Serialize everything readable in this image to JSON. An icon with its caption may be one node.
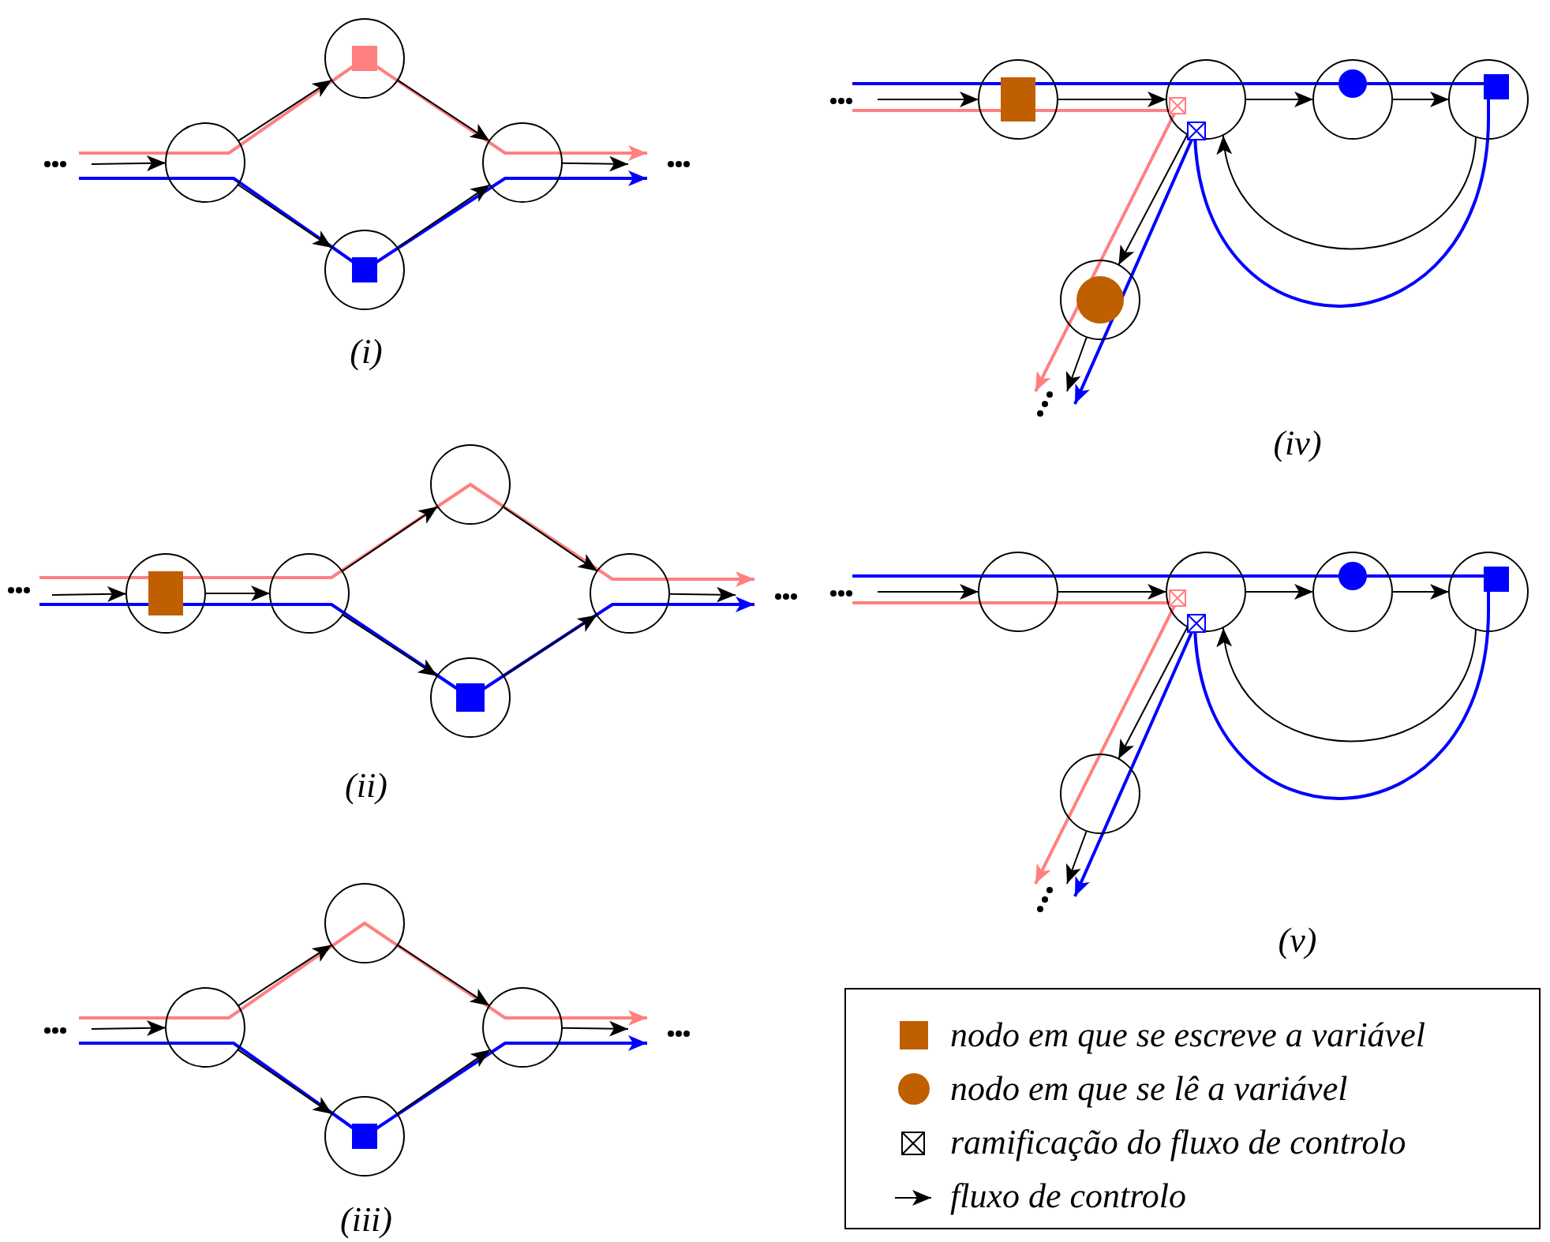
{
  "diagram": {
    "nodes": [
      {
        "text": [],
        "shape": "circle"
      },
      {
        "text": [],
        "shape": "circle"
      },
      {
        "text": [],
        "shape": "circle"
      },
      {
        "text": [],
        "shape": "circle"
      },
      {
        "text": [],
        "shape": "circle"
      },
      {
        "text": [],
        "shape": "circle"
      },
      {
        "text": [],
        "shape": "circle"
      },
      {
        "text": [],
        "shape": "circle"
      },
      {
        "text": [],
        "shape": "circle"
      },
      {
        "text": [],
        "shape": "circle"
      },
      {
        "text": [],
        "shape": "circle"
      },
      {
        "text": [],
        "shape": "circle"
      },
      {
        "text": [],
        "shape": "circle"
      },
      {
        "text": [],
        "shape": "circle"
      },
      {
        "text": [],
        "shape": "circle"
      },
      {
        "text": [],
        "shape": "circle"
      },
      {
        "text": [],
        "shape": "circle"
      },
      {
        "text": [],
        "shape": "circle"
      },
      {
        "text": [],
        "shape": "circle"
      },
      {
        "text": [],
        "shape": "circle"
      },
      {
        "text": [],
        "shape": "circle"
      },
      {
        "text": [],
        "shape": "circle"
      },
      {
        "text": [],
        "shape": "circle"
      }
    ],
    "edges": [
      {
        "from": null,
        "to": 0,
        "arrow": "to"
      },
      {
        "from": 0,
        "to": 1,
        "arrow": "to"
      },
      {
        "from": 0,
        "to": 2,
        "arrow": "to"
      },
      {
        "from": 1,
        "to": 3,
        "arrow": "to"
      },
      {
        "from": 2,
        "to": 3,
        "arrow": "to"
      },
      {
        "from": 3,
        "to": null,
        "arrow": "to"
      },
      {
        "from": null,
        "to": 4,
        "arrow": "to"
      },
      {
        "from": 4,
        "to": 5,
        "arrow": "to"
      },
      {
        "from": 5,
        "to": 6,
        "arrow": "to"
      },
      {
        "from": 5,
        "to": 7,
        "arrow": "to"
      },
      {
        "from": 6,
        "to": 8,
        "arrow": "to"
      },
      {
        "from": 7,
        "to": 8,
        "arrow": "to"
      },
      {
        "from": 8,
        "to": null,
        "arrow": "to"
      },
      {
        "from": null,
        "to": 9,
        "arrow": "to"
      },
      {
        "from": 9,
        "to": 10,
        "arrow": "to"
      },
      {
        "from": 9,
        "to": 11,
        "arrow": "to"
      },
      {
        "from": 10,
        "to": 12,
        "arrow": "to"
      },
      {
        "from": 11,
        "to": 12,
        "arrow": "to"
      },
      {
        "from": 12,
        "to": null,
        "arrow": "to"
      },
      {
        "from": null,
        "to": 13,
        "arrow": "to"
      },
      {
        "from": 13,
        "to": 14,
        "arrow": "to"
      },
      {
        "from": 14,
        "to": 15,
        "arrow": "to"
      },
      {
        "from": 15,
        "to": 16,
        "arrow": "to"
      },
      {
        "from": 16,
        "to": 14,
        "arrow": "to"
      },
      {
        "from": 14,
        "to": 17,
        "arrow": "to"
      },
      {
        "from": 17,
        "to": null,
        "arrow": "to"
      },
      {
        "from": null,
        "to": 18,
        "arrow": "to"
      },
      {
        "from": 18,
        "to": 19,
        "arrow": "to"
      },
      {
        "from": 19,
        "to": 20,
        "arrow": "to"
      },
      {
        "from": 20,
        "to": 21,
        "arrow": "to"
      },
      {
        "from": 21,
        "to": 19,
        "arrow": "to"
      },
      {
        "from": 19,
        "to": 22,
        "arrow": "to"
      },
      {
        "from": 22,
        "to": null,
        "arrow": "to"
      }
    ],
    "labels": [
      "(i)",
      "(ii)",
      "(iii)",
      "(iv)",
      "(v)"
    ],
    "legend": [
      {
        "text": "nodo em que se escreve a variável",
        "color": "#c05f00"
      },
      {
        "text": "nodo em que se lê a variável",
        "color": "#c05f00"
      },
      {
        "text": "ramificação do fluxo de controlo"
      },
      {
        "text": "fluxo de controlo"
      }
    ]
  }
}
